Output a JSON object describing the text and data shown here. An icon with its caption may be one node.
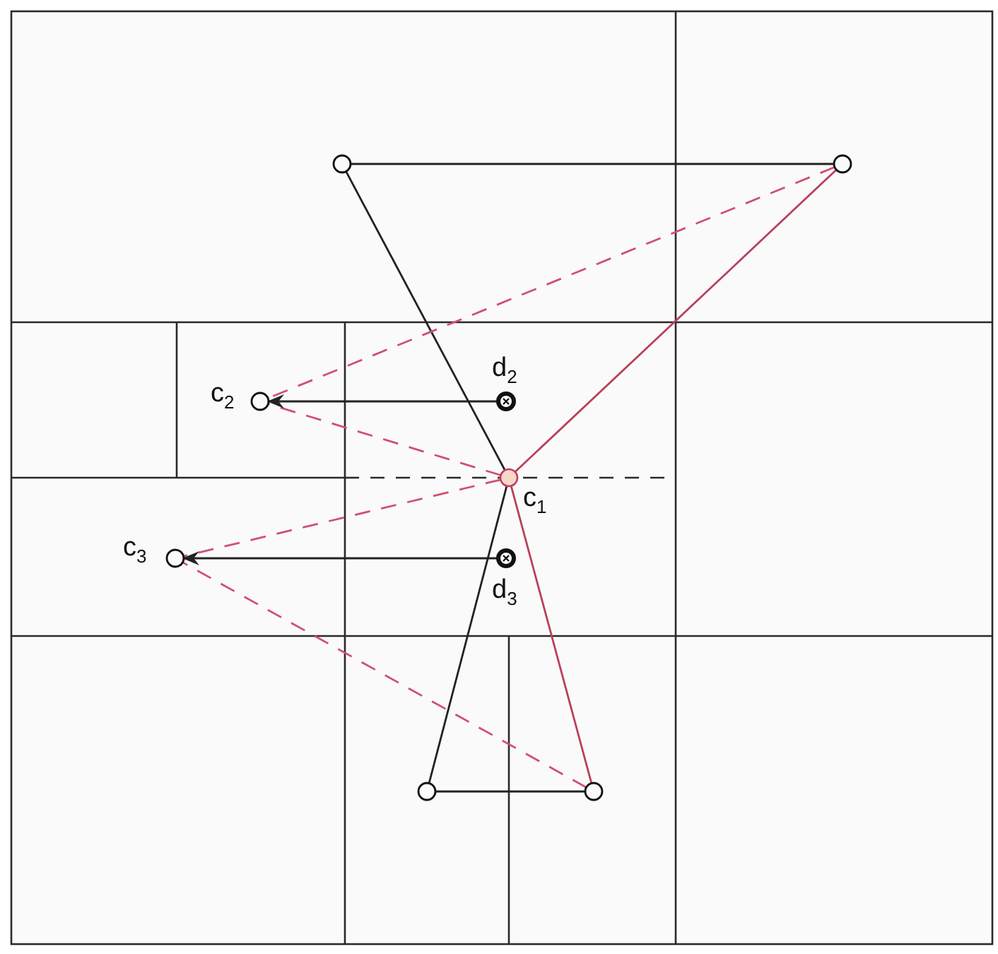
{
  "diagram": {
    "nodes": [
      {
        "text": [],
        "shape": "circle"
      },
      {
        "text": [],
        "shape": "circle"
      },
      {
        "text": [
          "d$_{2}$"
        ]
      },
      {
        "text": [
          "c$_{2}$"
        ]
      },
      {
        "text": [
          "c$_{1}$"
        ]
      },
      {
        "text": [
          "c$_{3}$"
        ]
      },
      {
        "text": [
          "d$_{3}$"
        ]
      },
      {
        "text": [],
        "shape": "circle"
      },
      {
        "text": [],
        "shape": "circle"
      }
    ],
    "edges": [
      {
        "from": 0,
        "to": 1,
        "arrow": "none"
      },
      {
        "from": 0,
        "to": 4,
        "arrow": "none"
      },
      {
        "from": 1,
        "to": 4,
        "arrow": "none",
        "color": "#b8405a"
      },
      {
        "from": 1,
        "to": 3,
        "arrow": "none",
        "style": "dashed",
        "color": "#d05070"
      },
      {
        "from": 4,
        "to": 3,
        "arrow": "none",
        "style": "dashed",
        "color": "#d05070"
      },
      {
        "from": 2,
        "to": 3,
        "arrow": "to"
      },
      {
        "from": 4,
        "to": 5,
        "arrow": "none",
        "style": "dashed",
        "color": "#d05070"
      },
      {
        "from": 6,
        "to": 5,
        "arrow": "to"
      },
      {
        "from": 4,
        "to": 7,
        "arrow": "none"
      },
      {
        "from": 4,
        "to": 8,
        "arrow": "none",
        "color": "#b8405a"
      },
      {
        "from": 7,
        "to": 8,
        "arrow": "none"
      },
      {
        "from": 8,
        "to": 5,
        "arrow": "none",
        "style": "dashed",
        "color": "#d05070"
      }
    ]
  }
}
